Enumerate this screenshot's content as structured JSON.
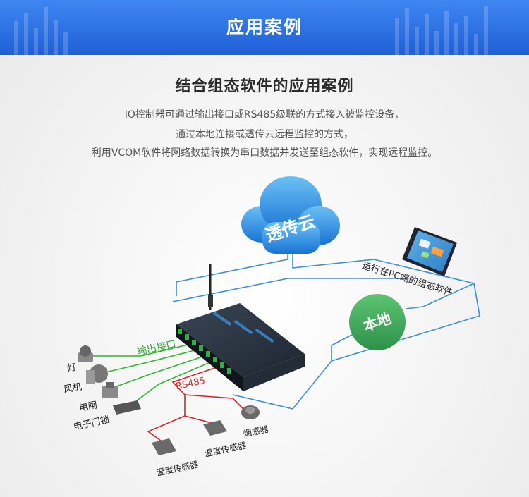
{
  "header": {
    "title": "应用案例"
  },
  "section": {
    "title": "结合组态软件的应用案例",
    "description": [
      "IO控制器可通过输出接口或RS485级联的方式接入被监控设备，",
      "通过本地连接或透传云远程监控的方式，",
      "利用VCOM软件将网络数据转换为串口数据并发送至组态软件，实现远程监控。"
    ]
  },
  "diagram": {
    "cloud_label": "透传云",
    "local_label": "本地",
    "pc_label": "运行在PC端的组态软件",
    "output_label": "输出接口",
    "rs485_label": "RS485",
    "output_devices": [
      "灯",
      "风机",
      "电闸",
      "电子门锁"
    ],
    "sensors": [
      "温度传感器",
      "温度传感器",
      "烟感器"
    ],
    "colors": {
      "network": "#3a8fd8",
      "output": "#2eb82e",
      "rs485": "#e02020",
      "cloud": "#1d86dc",
      "local": "#3fae5a"
    }
  }
}
